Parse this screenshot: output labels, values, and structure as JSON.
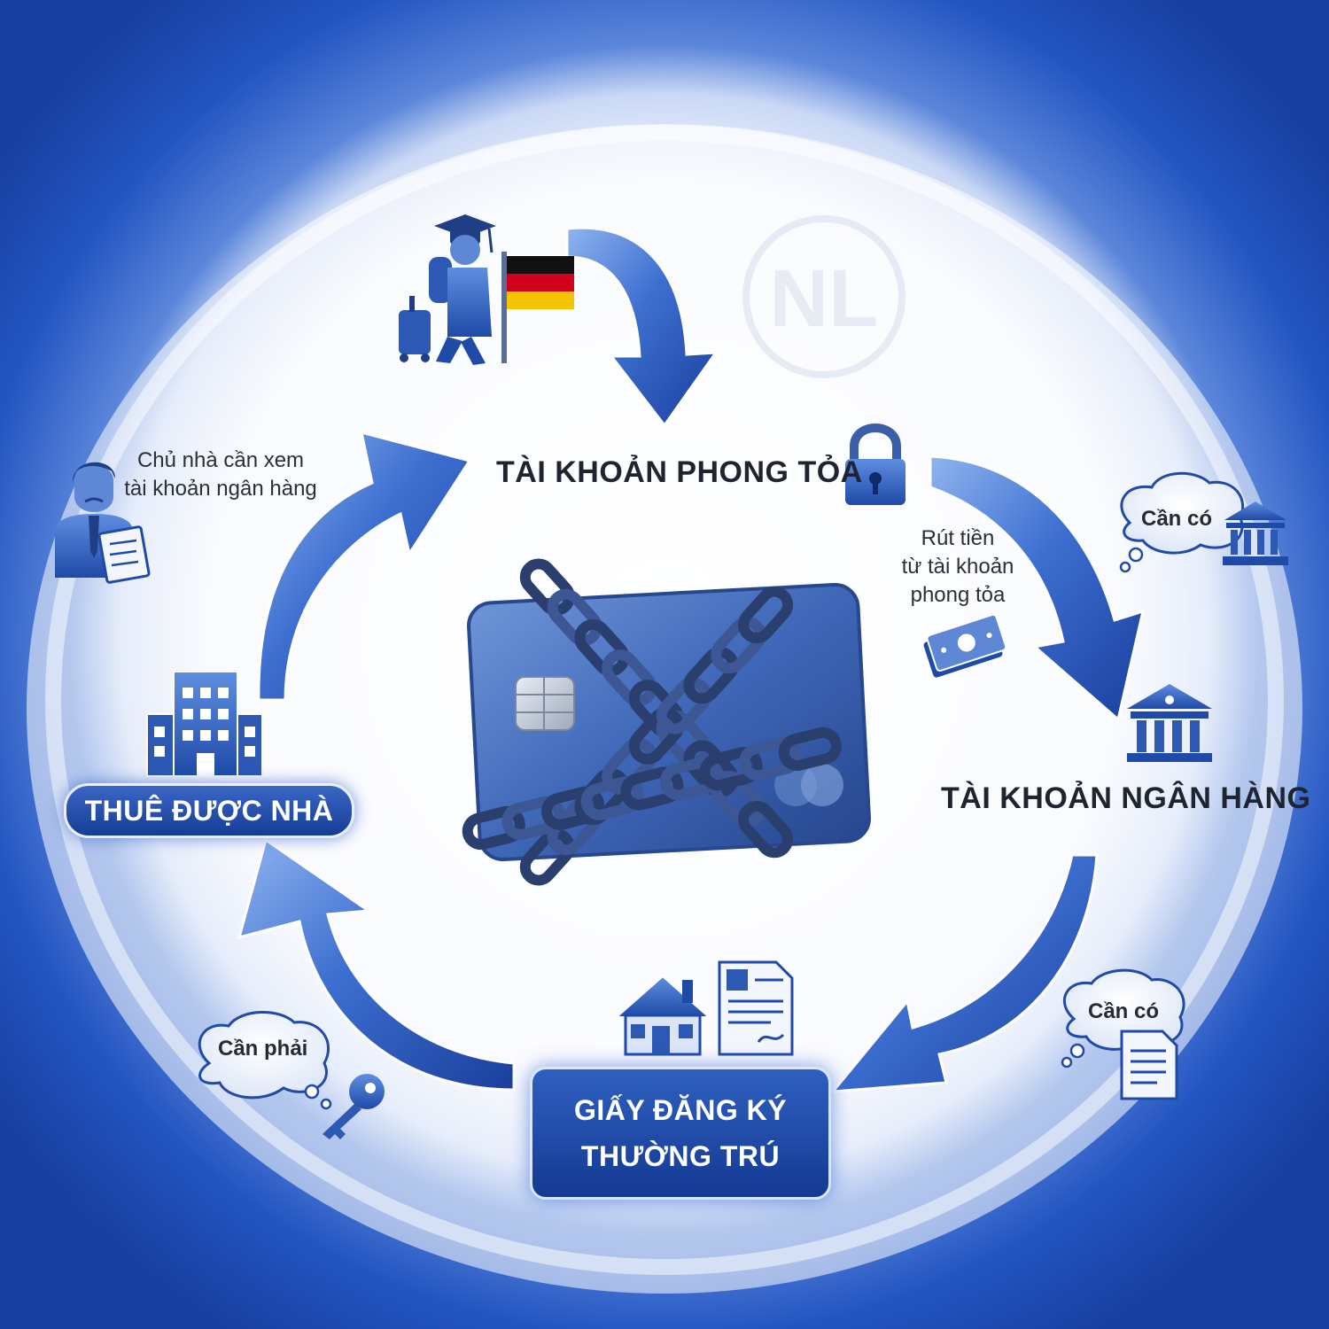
{
  "nodes": {
    "blocked_account": "TÀI KHOẢN PHONG TỎA",
    "bank_account": "TÀI KHOẢN NGÂN HÀNG",
    "residence_registration_line1": "GIẤY ĐĂNG KÝ",
    "residence_registration_line2": "THƯỜNG TRÚ",
    "rent_house": "THUÊ ĐƯỢC NHÀ"
  },
  "notes": {
    "landlord_line1": "Chủ nhà cần xem",
    "landlord_line2": "tài khoản ngân hàng",
    "withdraw_line1": "Rút tiền",
    "withdraw_line2": "từ tài khoản",
    "withdraw_line3": "phong tỏa"
  },
  "bubbles": {
    "bank_need": "Cần có",
    "registration_need": "Cần có",
    "key_need": "Cần phải"
  },
  "watermark": "NL",
  "colors": {
    "primary_blue": "#1f4fb0",
    "dark_blue": "#143a92",
    "light_blue": "#6f9ae6",
    "background_edge": "#1c4fbf",
    "text_dark": "#1f2530",
    "flag_black": "#111111",
    "flag_red": "#d0021b",
    "flag_gold": "#f5c400"
  },
  "icons": [
    "student-traveler-icon",
    "germany-flag-icon",
    "padlock-icon",
    "bank-icon",
    "money-icon",
    "document-icon",
    "house-icon",
    "key-icon",
    "building-icon",
    "landlord-icon",
    "credit-card-icon",
    "chain-icon"
  ]
}
